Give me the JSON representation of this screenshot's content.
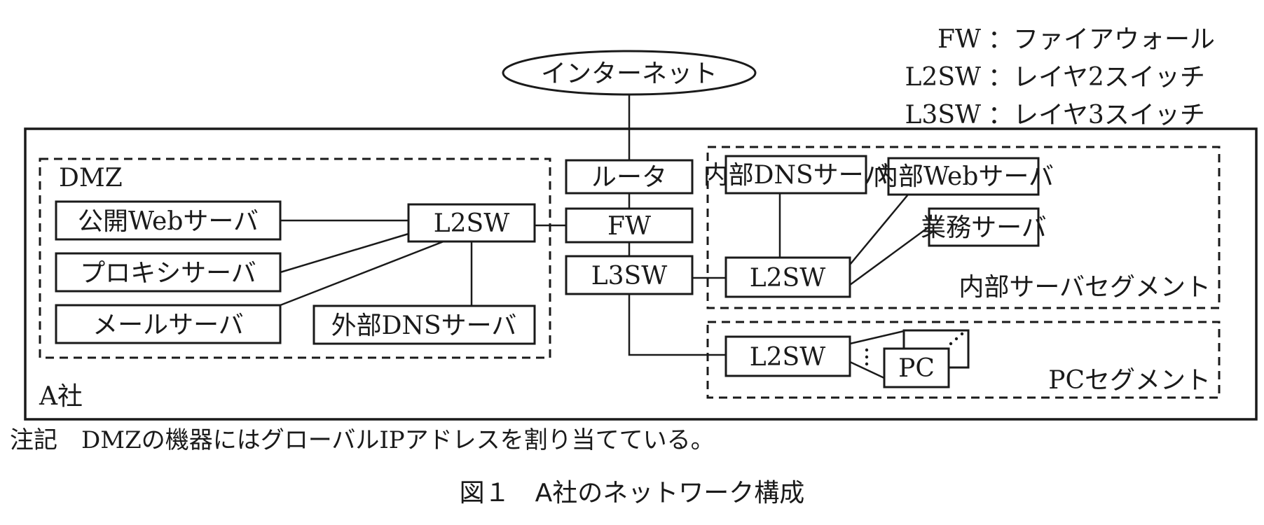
{
  "legend": [
    {
      "abbr": "FW",
      "sep": "：",
      "meaning": "ファイアウォール"
    },
    {
      "abbr": "L2SW",
      "sep": "：",
      "meaning": "レイヤ2スイッチ"
    },
    {
      "abbr": "L3SW",
      "sep": "：",
      "meaning": "レイヤ3スイッチ"
    }
  ],
  "internet": "インターネット",
  "company": "A社",
  "core": {
    "router": "ルータ",
    "fw": "FW",
    "l3sw": "L3SW"
  },
  "dmz": {
    "label": "DMZ",
    "l2sw": "L2SW",
    "public_web": "公開Webサーバ",
    "proxy": "プロキシサーバ",
    "mail": "メールサーバ",
    "ext_dns": "外部DNSサーバ"
  },
  "internal_segment": {
    "label": "内部サーバセグメント",
    "l2sw": "L2SW",
    "int_dns": "内部DNSサーバ",
    "int_web": "内部Webサーバ",
    "business": "業務サーバ"
  },
  "pc_segment": {
    "label": "PCセグメント",
    "l2sw": "L2SW",
    "pc": "PC"
  },
  "note": "注記　DMZの機器にはグローバルIPアドレスを割り当てている。",
  "caption": "図１　A社のネットワーク構成"
}
